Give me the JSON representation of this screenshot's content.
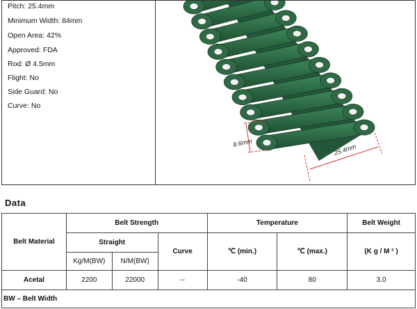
{
  "specs": [
    {
      "label": "Pitch:",
      "value": "25.4mm"
    },
    {
      "label": "Minimum Width:",
      "value": "84mm"
    },
    {
      "label": "Open Area:",
      "value": "42%"
    },
    {
      "label": "Approved:",
      "value": "FDA"
    },
    {
      "label": "Rod:",
      "value": "Ø 4.5mm"
    },
    {
      "label": "Flight:",
      "value": "No"
    },
    {
      "label": "Side Guard:",
      "value": "No"
    },
    {
      "label": "Curve:",
      "value": "No"
    }
  ],
  "image": {
    "dim_height": "8.6mm",
    "dim_pitch": "25.4mm",
    "belt_color": "#2f6a45"
  },
  "section_title": "Data",
  "table": {
    "col_material": "Belt Material",
    "col_strength": "Belt Strength",
    "col_temperature": "Temperature",
    "col_weight": "Belt Weight",
    "sub_straight": "Straight",
    "sub_curve": "Curve",
    "sub_tmin": "℃  (min.)",
    "sub_tmax": "℃  (max.)",
    "sub_weight_unit": "(K g / M ² )",
    "sub_kgm": "Kg/M(BW)",
    "sub_nm": "N/M(BW)",
    "row": {
      "material": "Acetal",
      "kgm": "2200",
      "nm": "22000",
      "curve": "--",
      "tmin": "-40",
      "tmax": "80",
      "weight": "3.0"
    },
    "footnote": "BW – Belt Width"
  }
}
